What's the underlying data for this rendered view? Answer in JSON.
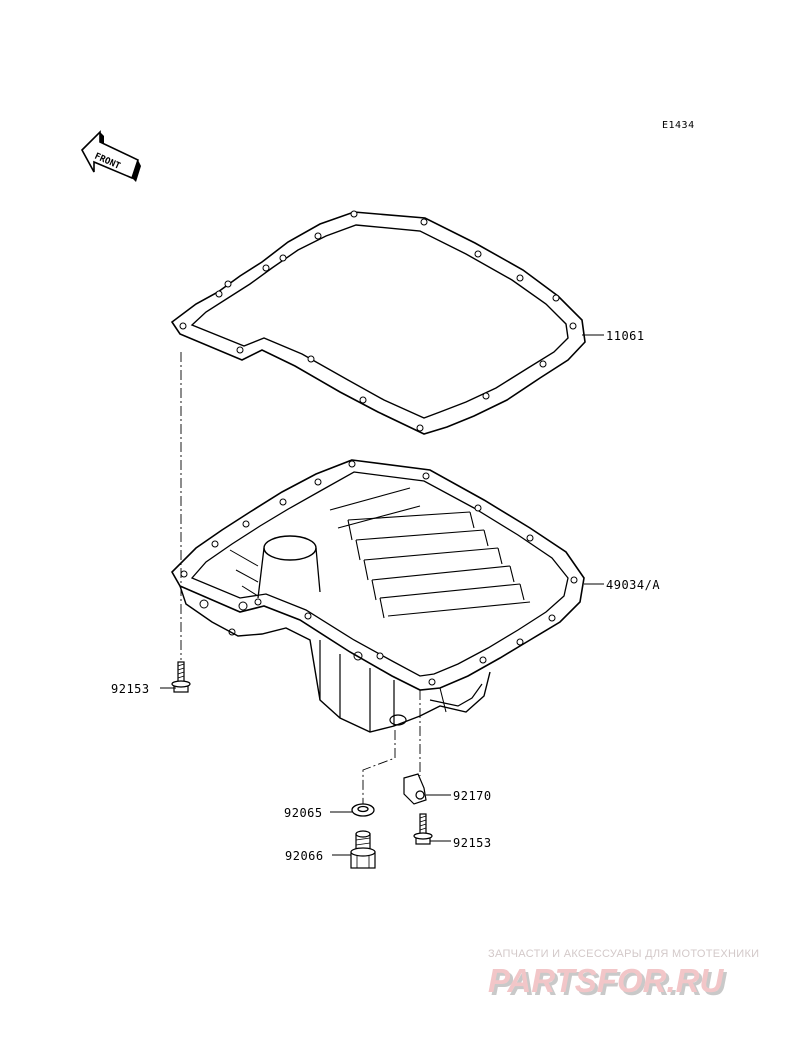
{
  "diagram": {
    "code": "E1434",
    "front_label": "FRONT",
    "parts": {
      "gasket": "11061",
      "oil_pan": "49034/A",
      "bolt_left": "92153",
      "clamp": "92170",
      "washer": "92065",
      "bolt_bottom": "92153",
      "drain_plug": "92066"
    }
  },
  "watermark": {
    "tagline": "ЗАПЧАСТИ И АКСЕССУАРЫ ДЛЯ МОТОТЕХНИКИ",
    "logo": "PARTSFOR.RU",
    "colors": {
      "logo_main": "#f2c6c8",
      "logo_shadow": "#c9c9c9",
      "tagline": "#d3c9c9"
    }
  }
}
